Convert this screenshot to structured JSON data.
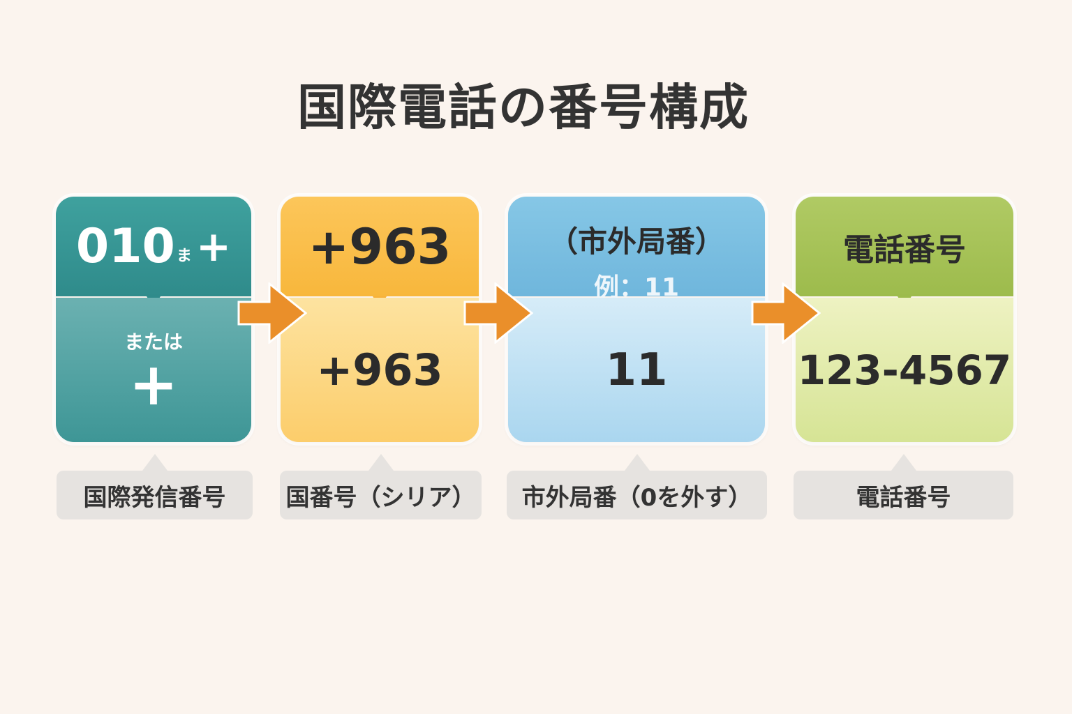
{
  "title": "国際電話の番号構成",
  "colors": {
    "teal": "#3d9d9b",
    "orange": "#fbbf49",
    "blue": "#7fc2e4",
    "green": "#a9c45a",
    "arrow": "#ea8f2a"
  },
  "cards": [
    {
      "top_main": "010",
      "top_small": "ま",
      "top_plus": "+",
      "bottom_sub": "または",
      "bottom_main": "+",
      "label": "国際発信番号"
    },
    {
      "top": "+963",
      "bottom": "+963",
      "label": "国番号（シリア）"
    },
    {
      "top": "（市外局番）",
      "example": "例：11",
      "bottom": "11",
      "label": "市外局番（0を外す）"
    },
    {
      "top": "電話番号",
      "bottom": "123-4567",
      "label": "電話番号"
    }
  ],
  "arrows": [
    "arrow-right-icon",
    "arrow-right-icon",
    "arrow-right-icon"
  ]
}
